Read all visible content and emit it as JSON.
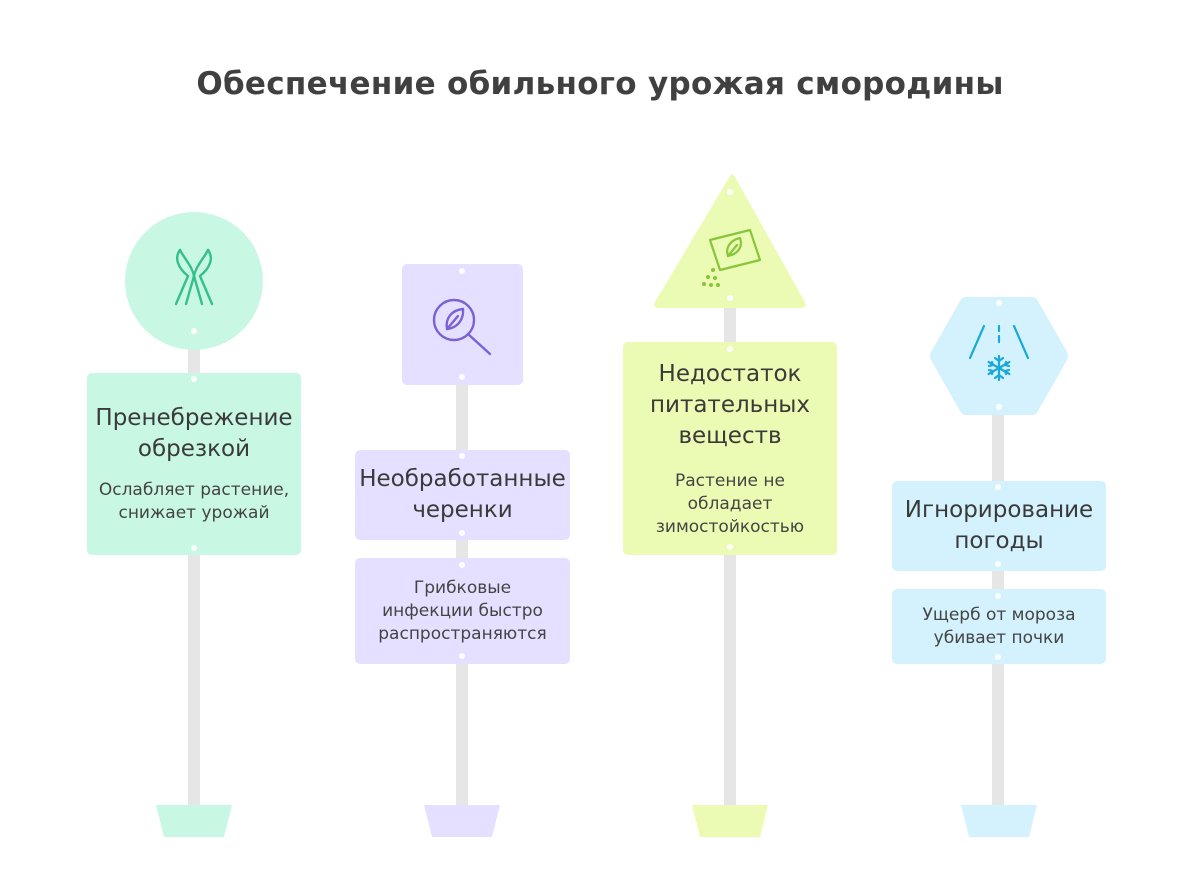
{
  "title": "Обеспечение обильного урожая смородины",
  "colors": {
    "green": "#c8f7e3",
    "green_icon": "#34c08a",
    "purple": "#e5e0ff",
    "purple_icon": "#7a62d6",
    "yellow": "#ecfbb3",
    "yellow_icon": "#88c53a",
    "blue": "#d4f2fd",
    "blue_icon": "#1aa9d9",
    "pole": "#e6e6e6"
  },
  "signs": [
    {
      "heading": "Пренебрежение обрезкой",
      "description": "Ослабляет растение, снижает урожай",
      "icon": "pruning-shears-icon",
      "shape": "circle"
    },
    {
      "heading": "Необработанные черенки",
      "description": "Грибковые инфекции быстро распространяются",
      "icon": "magnifier-leaf-icon",
      "shape": "square"
    },
    {
      "heading": "Недостаток питательных веществ",
      "description": "Растение не обладает зимостойкостью",
      "icon": "fertilizer-bag-icon",
      "shape": "triangle"
    },
    {
      "heading": "Игнорирование погоды",
      "description": "Ущерб от мороза убивает почки",
      "icon": "snow-weather-icon",
      "shape": "hexagon"
    }
  ]
}
